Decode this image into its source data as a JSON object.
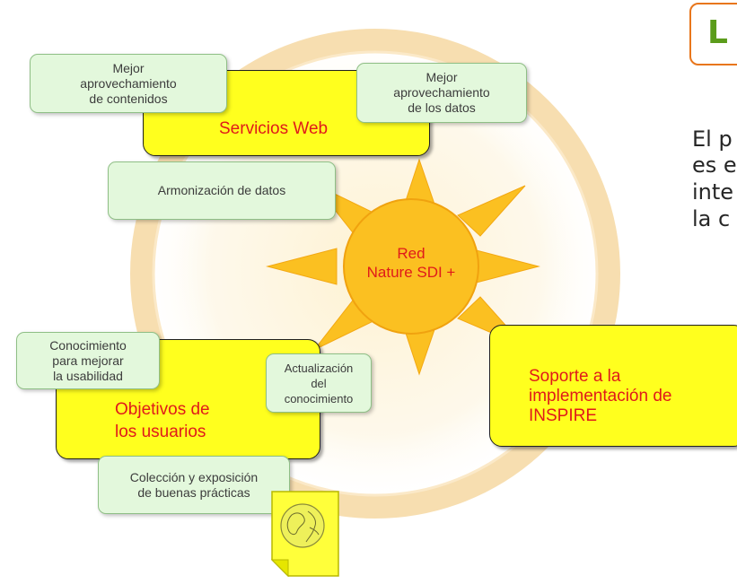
{
  "title_letter": "L",
  "center_label": "Red\nNature SDI +",
  "body_text_lines": [
    "El p",
    "es e",
    "inte",
    "la c"
  ],
  "yellow_boxes": {
    "services": "Servicios Web",
    "users": "Objetivos de\nlos usuarios",
    "inspire": "Soporte a la\nimplementación de\nINSPIRE"
  },
  "green_boxes": {
    "content": "Mejor\naprovechamiento\nde contenidos",
    "data_use": "Mejor\naprovechamiento\nde los datos",
    "harmonization": "Armonización de datos",
    "usability": "Conocimiento\npara mejorar\nla usabilidad",
    "update": "Actualización\ndel\nconocimiento",
    "practices": "Colección y exposición\nde buenas prácticas"
  },
  "colors": {
    "ring": "#f7deb0",
    "sun": "#fbc021",
    "box_yellow": "#ffff1e",
    "box_green": "#e3f8dc",
    "red_text": "#e01a1a",
    "title_green": "#5b9c1b",
    "title_border": "#e8761c"
  }
}
